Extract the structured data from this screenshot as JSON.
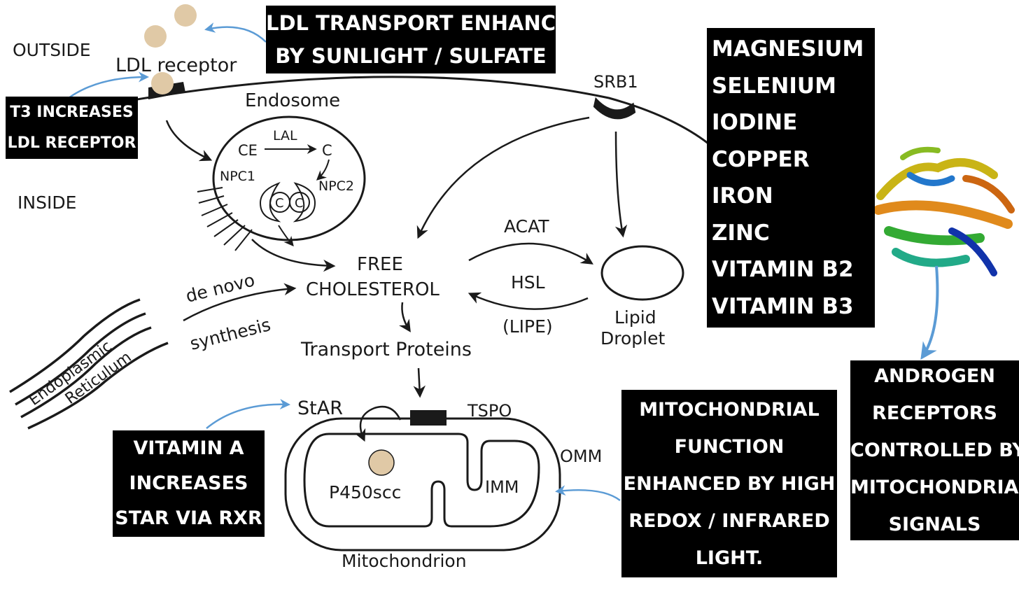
{
  "labels": {
    "outside": "OUTSIDE",
    "inside": "INSIDE",
    "ldl_receptor": "LDL receptor",
    "endosome": "Endosome",
    "srb1": "SRB1",
    "lal": "LAL",
    "ce": "CE",
    "c": "C",
    "npc1": "NPC1",
    "npc2": "NPC2",
    "c_inner_1": "C",
    "c_inner_2": "C",
    "free": "FREE",
    "cholesterol": "CHOLESTEROL",
    "acat": "ACAT",
    "hsl": "HSL",
    "lipe": "(LIPE)",
    "lipid": "Lipid",
    "droplet": "Droplet",
    "de_novo": "de novo",
    "synthesis": "synthesis",
    "endoplasmic": "Endoplasmic",
    "reticulum": "Reticulum",
    "transport_proteins": "Transport Proteins",
    "star": "StAR",
    "tspo": "TSPO",
    "omm": "OMM",
    "imm": "IMM",
    "p450scc": "P450scc",
    "mitochondrion": "Mitochondrion"
  },
  "callouts": {
    "ldl_transport": [
      "LDL TRANSPORT ENHANCED",
      "BY SUNLIGHT / SULFATE"
    ],
    "t3": [
      "T3 INCREASES",
      "LDL RECEPTOR"
    ],
    "minerals": [
      "MAGNESIUM",
      "SELENIUM",
      "IODINE",
      "COPPER",
      "IRON",
      "ZINC",
      "VITAMIN B2",
      "VITAMIN B3"
    ],
    "vitamin_a": [
      "VITAMIN A",
      "INCREASES",
      "STAR VIA RXR"
    ],
    "mitochondrial": [
      "MITOCHONDRIAL",
      "FUNCTION",
      "ENHANCED BY HIGH",
      "REDOX / INFRARED",
      "LIGHT."
    ],
    "androgen": [
      "ANDROGEN",
      "RECEPTORS",
      "CONTROLLED BY",
      "MITOCHONDRIAL",
      "SIGNALS"
    ]
  },
  "colors": {
    "pointer_arrow": "#5b9bd5",
    "ldl_particle": "#e0c9a6",
    "callout_bg": "#000000",
    "callout_text": "#ffffff",
    "line": "#1a1a1a"
  }
}
